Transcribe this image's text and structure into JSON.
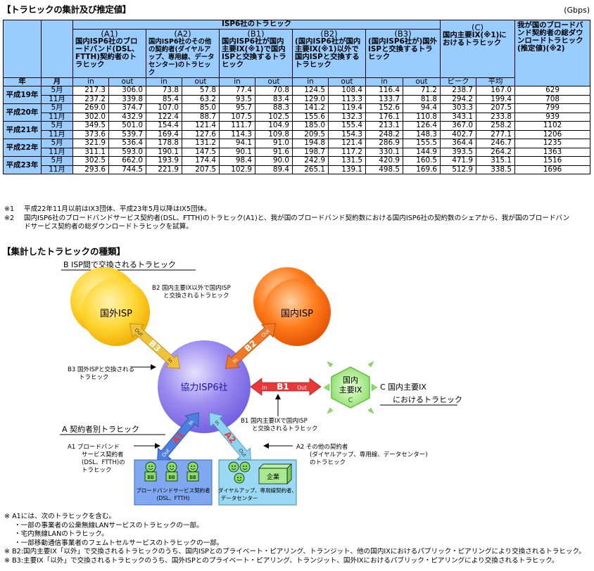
{
  "heading1": "【トラヒックの集計及び推定値】",
  "unit": "(Gbps)",
  "table": {
    "group_header": "ISP6社のトラヒック",
    "col_a1_label": "(A1)",
    "col_a1_desc": "国内ISP6社のブロードバンド(DSL、FTTH)契約者のトラヒック",
    "col_a2_label": "(A2)",
    "col_a2_desc": "国内ISP6社のその他の契約者(ダイヤルアップ、専用線、データセンター)のトラヒック",
    "col_b1_label": "(B1)",
    "col_b1_desc": "国内ISP6社が国内主要IX(※1)で国内ISPと交換するトラヒック",
    "col_b2_label": "(B2)",
    "col_b2_desc": "(国内ISP6社が国内主要IX(※1)以外で国内ISPと交換するトラヒック",
    "col_b3_label": "(B3)",
    "col_b3_desc": "(国内ISP6社が)国外ISPと交換するトラヒック",
    "col_c_label": "(C)",
    "col_c_desc": "国内主要IX(※1)におけるトラヒック",
    "col_total_desc": "我が国のブロードバンド契約者の総ダウンロードトラヒック(推定値)(※2)",
    "year_header": "年",
    "month_header": "月",
    "in_label": "in",
    "out_label": "out",
    "peak_label": "ピーク",
    "avg_label": "平均",
    "years": [
      {
        "year": "平成19年",
        "rows": [
          {
            "month": "5月",
            "v": [
              "217.3",
              "306.0",
              "73.8",
              "57.8",
              "77.4",
              "70.8",
              "124.5",
              "108.4",
              "116.4",
              "71.2",
              "238.7",
              "167.0",
              "629"
            ]
          },
          {
            "month": "11月",
            "v": [
              "237.2",
              "339.8",
              "85.4",
              "63.2",
              "93.5",
              "83.4",
              "129.0",
              "113.3",
              "133.7",
              "81.8",
              "294.2",
              "199.4",
              "708"
            ]
          }
        ]
      },
      {
        "year": "平成20年",
        "rows": [
          {
            "month": "5月",
            "v": [
              "269.0",
              "374.7",
              "107.0",
              "85.0",
              "95.7",
              "88.3",
              "141.2",
              "119.4",
              "152.6",
              "94.4",
              "303.3",
              "207.5",
              "799"
            ]
          },
          {
            "month": "11月",
            "v": [
              "302.0",
              "432.9",
              "122.4",
              "88.7",
              "107.5",
              "102.5",
              "155.6",
              "132.3",
              "176.1",
              "110.8",
              "343.1",
              "233.8",
              "939"
            ]
          }
        ]
      },
      {
        "year": "平成21年",
        "rows": [
          {
            "month": "5月",
            "v": [
              "349.5",
              "501.0",
              "154.4",
              "121.4",
              "111.7",
              "104.9",
              "185.0",
              "155.4",
              "213.1",
              "126.4",
              "367.0",
              "258.2",
              "1102"
            ]
          },
          {
            "month": "11月",
            "v": [
              "373.6",
              "539.7",
              "169.4",
              "127.6",
              "114.3",
              "109.8",
              "209.5",
              "154.3",
              "248.2",
              "148.3",
              "402.7",
              "277.1",
              "1206"
            ]
          }
        ]
      },
      {
        "year": "平成22年",
        "rows": [
          {
            "month": "5月",
            "v": [
              "321.9",
              "536.4",
              "178.8",
              "131.2",
              "94.1",
              "91.0",
              "194.8",
              "121.4",
              "286.9",
              "155.5",
              "364.4",
              "246.7",
              "1235"
            ]
          },
          {
            "month": "11月",
            "v": [
              "311.1",
              "593.0",
              "190.1",
              "147.5",
              "90.1",
              "91.6",
              "198.7",
              "117.2",
              "330.1",
              "144.9",
              "393.5",
              "264.2",
              "1363"
            ]
          }
        ]
      },
      {
        "year": "平成23年",
        "rows": [
          {
            "month": "5月",
            "v": [
              "302.5",
              "662.0",
              "193.9",
              "174.4",
              "98.4",
              "90.0",
              "242.9",
              "131.5",
              "420.9",
              "160.5",
              "471.9",
              "315.1",
              "1516"
            ]
          },
          {
            "month": "11月",
            "v": [
              "293.6",
              "744.5",
              "221.9",
              "207.5",
              "102.9",
              "89.4",
              "265.1",
              "139.1",
              "498.5",
              "169.6",
              "512.9",
              "338.5",
              "1696"
            ]
          }
        ]
      }
    ]
  },
  "notes": [
    {
      "mark": "※1",
      "text": "平成22年11月以前はIX3団体、平成23年5月以降はIX5団体。"
    },
    {
      "mark": "※2",
      "text": "国内ISP6社のブロードバンドサービス契約者(DSL、FTTH)のトラヒック(A1)と、我が国のブロードバンド契約数における国内ISP6社の契約数のシェアから、我が国のブロードバンドサービス契約者の総ダウンロードトラヒックを試算。"
    }
  ],
  "heading2": "【集計したトラヒックの種類】",
  "diagram": {
    "b_title": "B ISP間で交換されるトラヒック",
    "foreign_isp": "国外ISP",
    "domestic_isp": "国内ISP",
    "isp6": "協力ISP6社",
    "ix_line1": "国内",
    "ix_line2": "主要IX",
    "ix_letter": "C",
    "c_title_1": "C 国内主要IX",
    "c_title_2": "におけるトラヒック",
    "b2_note_1": "B2 国内主要IX以外で国内ISP",
    "b2_note_2": "と交換されるトラヒック",
    "b3_note_1": "B3 国外ISPと交換される",
    "b3_note_2": "トラヒック",
    "b1_note_1": "B1 国内主要IXで国内ISP",
    "b1_note_2": "と交換されるトラヒック",
    "a_title": "A 契約者別トラヒック",
    "a1_note_1": "A1 ブロードバンド",
    "a1_note_2": "サービス契約者",
    "a1_note_3": "(DSL、FTTH)の",
    "a1_note_4": "トラヒック",
    "a2_note_1": "A2 その他の契約者",
    "a2_note_2": "(ダイヤルアップ、専用線、データセンター)",
    "a2_note_3": "のトラヒック",
    "box1_caption_1": "ブロードバンドサービス契約者",
    "box1_caption_2": "(DSL、FTTH)",
    "box2_caption_1": "ダイヤルアップ、専用線契約者、",
    "box2_caption_2": "データセンター",
    "company": "企業",
    "bb": "BB",
    "arrow_b1": "B1",
    "arrow_b2": "B2",
    "arrow_b3": "B3",
    "arrow_a1": "A1",
    "arrow_a2": "A2",
    "in_text": "In",
    "out_text": "Out"
  },
  "bottom_notes": [
    "※ A1には、次のトラヒックを含む。",
    "・一部の事業者の公衆無線LANサービスのトラヒックの一部。",
    "・宅内無線LANのトラヒック。",
    "・一部移動通信事業者のフェムトセルサービスのトラヒックの一部。",
    "※ B2:国内主要IX「以外」で交換されるトラヒックのうち、国内ISPとのプライベート・ピアリング、トランジット、他の国内IXにおけるパブリック・ピアリングにより交換されるトラヒック。",
    "※ B3:主要IX「以外」で交換されるトラヒックのうち、国外ISPとのプライベート・ピアリング、トランジット、国外IXにおけるパブリック・ピアリングにより交換されるトラヒック。"
  ],
  "colors": {
    "header_bg": "#99ccff",
    "foreign_isp": "#ffd633",
    "domestic_isp": "#ff7a1a",
    "isp6": "#9d8cf0",
    "ix": "#88dd66",
    "arrow_b1": "#e8383a",
    "arrow_b2": "#f07a2a",
    "arrow_b3": "#f2c23a",
    "arrow_a1": "#4d7fe0",
    "arrow_a2": "#8fd3f0"
  }
}
